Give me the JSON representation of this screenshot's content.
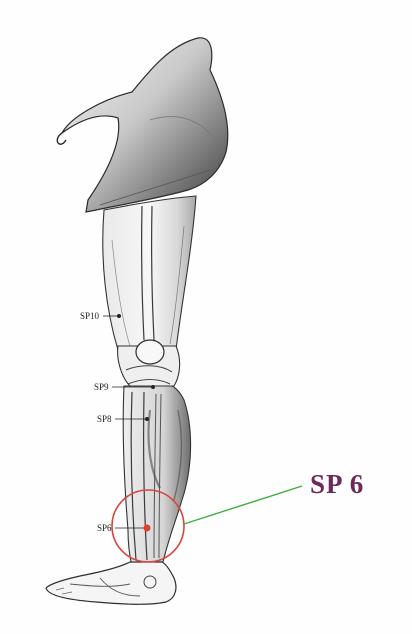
{
  "figure": {
    "points": [
      {
        "id": "sp10",
        "label": "SP10"
      },
      {
        "id": "sp9",
        "label": "SP9"
      },
      {
        "id": "sp8",
        "label": "SP8"
      },
      {
        "id": "sp6",
        "label": "SP6"
      }
    ],
    "callout": {
      "text": "SP  6",
      "text_color": "#6b2a5a",
      "line_color": "#3fae3f",
      "circle_color": "#d9443e",
      "marker_color": "#e0402f"
    }
  }
}
